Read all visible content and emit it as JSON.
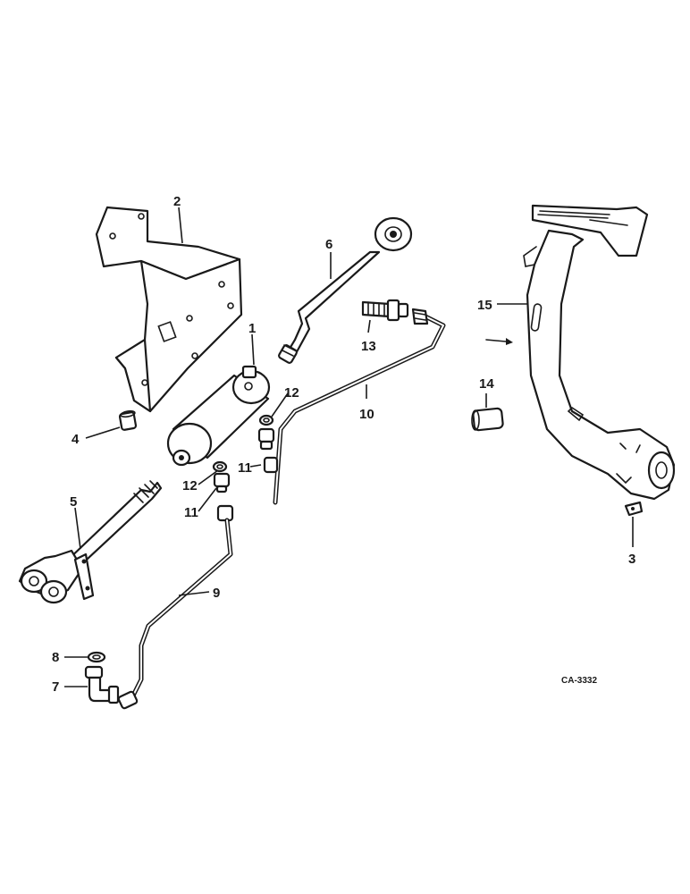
{
  "diagram": {
    "labels": {
      "p1": "1",
      "p2": "2",
      "p3": "3",
      "p4": "4",
      "p5": "5",
      "p6": "6",
      "p7": "7",
      "p8": "8",
      "p9": "9",
      "p10": "10",
      "p11a": "11",
      "p11b": "11",
      "p12a": "12",
      "p12b": "12",
      "p13": "13",
      "p14": "14",
      "p15": "15"
    },
    "drawing_code": "CA-3332"
  }
}
